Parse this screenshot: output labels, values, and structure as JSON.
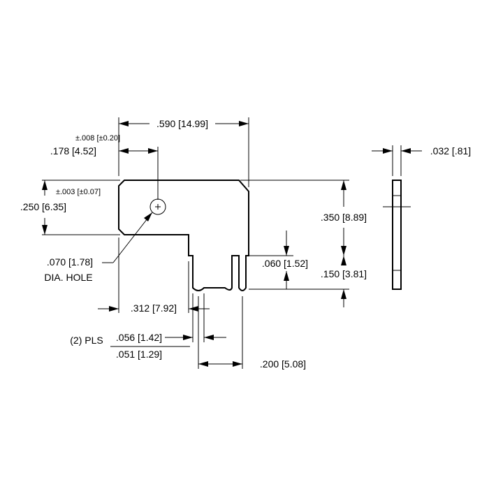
{
  "dimensions": {
    "overall_width": ".590 [14.99]",
    "hole_pos_tol": "±.008 [±0.20]",
    "hole_x": ".178 [4.52]",
    "hole_y_tol": "±.003 [±0.07]",
    "hole_y": ".250 [6.35]",
    "hole_dia": ".070 [1.78]",
    "hole_dia_note": "DIA. HOLE",
    "body_height": ".350 [8.89]",
    "pin_step": ".060 [1.52]",
    "pin_length": ".150 [3.81]",
    "pin_offset": ".312 [7.92]",
    "pins_qty": "(2) PLS",
    "pin_width_outer": ".056 [1.42]",
    "pin_width_inner": ".051 [1.29]",
    "pin_spacing": ".200 [5.08]",
    "thickness": ".032 [.81]"
  }
}
